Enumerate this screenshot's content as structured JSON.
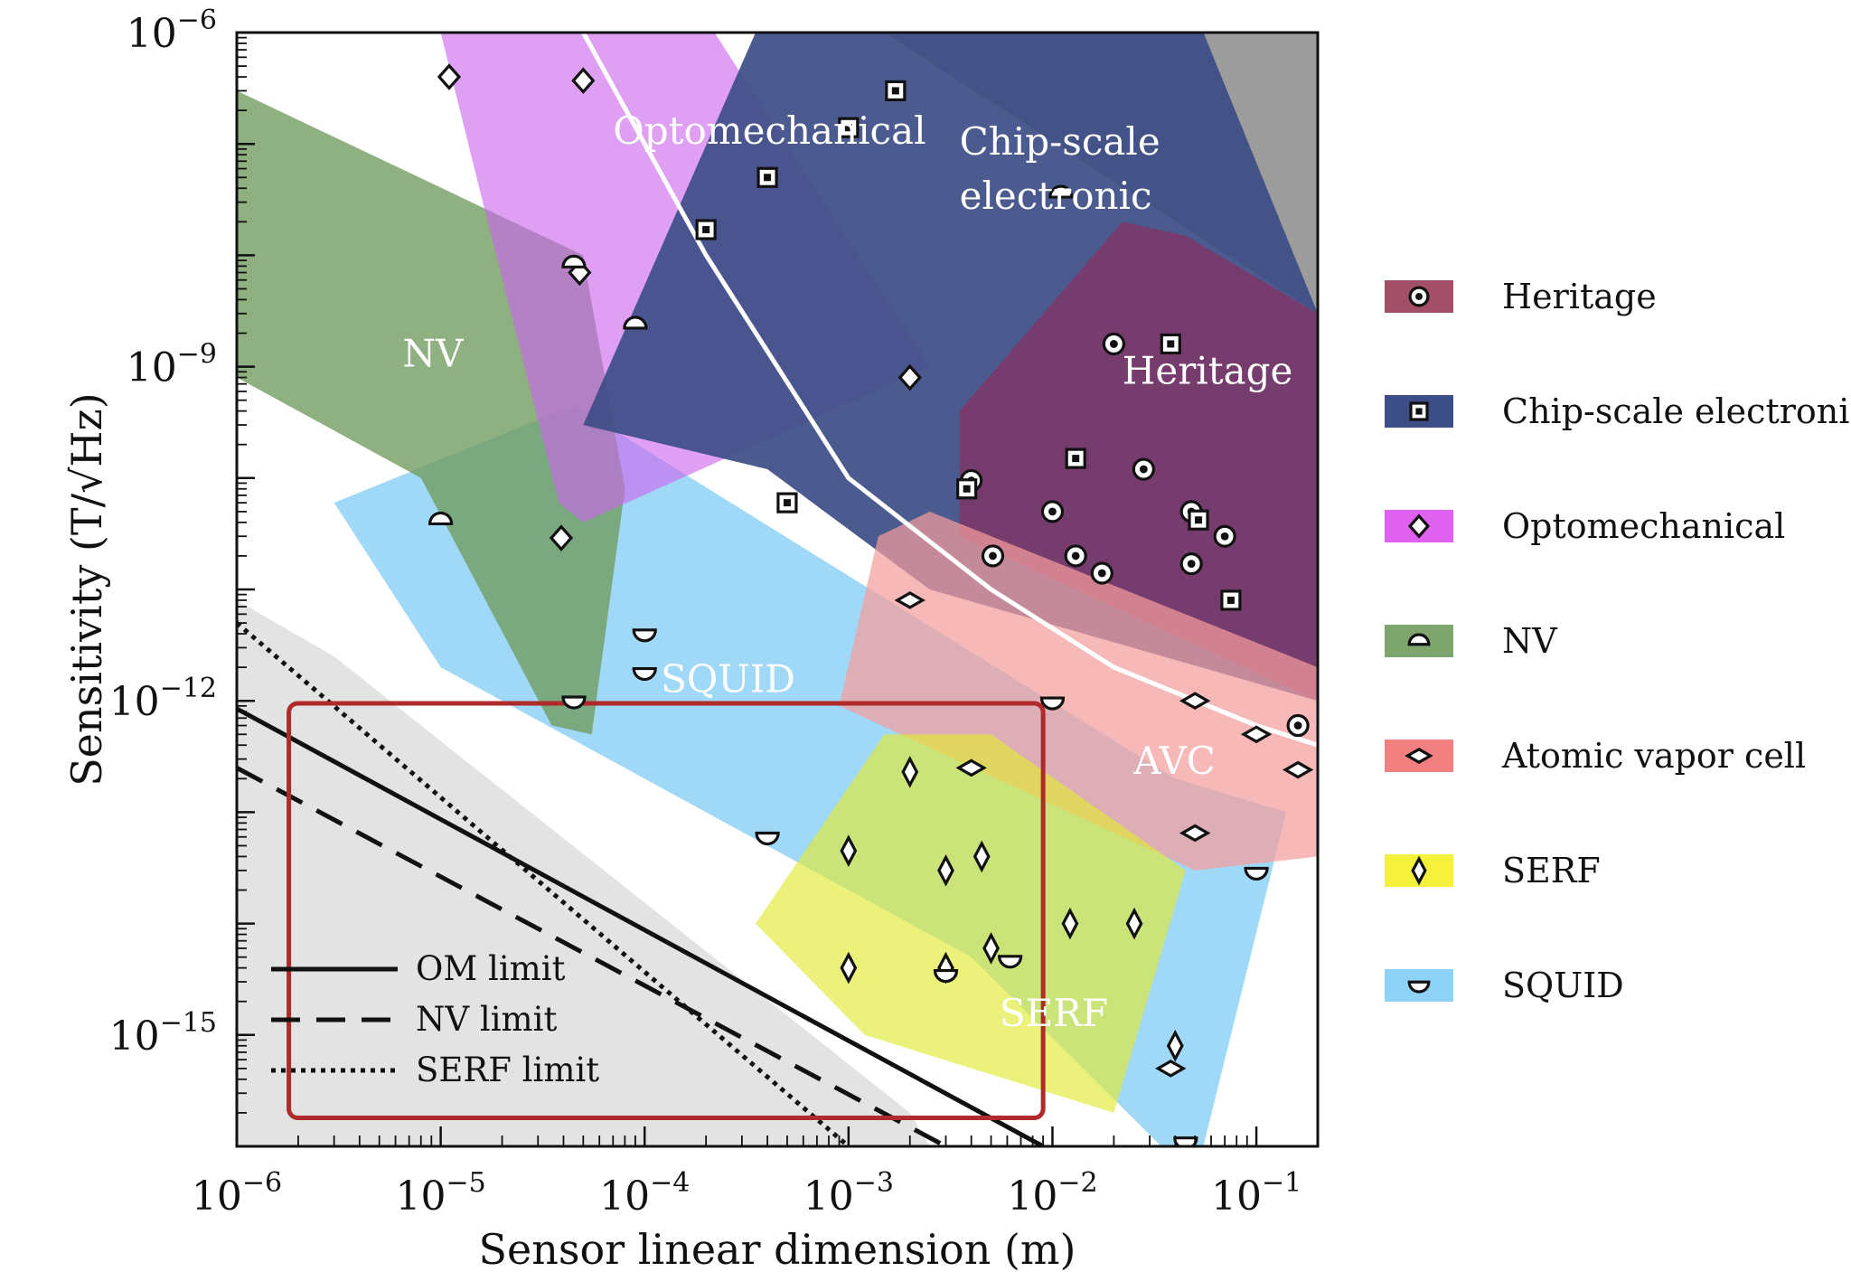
{
  "chart_data": {
    "type": "scatter",
    "xlabel": "Sensor linear dimension (m)",
    "ylabel": "Sensitivity (T/√Hz)",
    "xscale": "log",
    "yscale": "log",
    "xlim": [
      1e-06,
      0.2
    ],
    "ylim": [
      1e-16,
      1e-06
    ],
    "x_ticks": [
      {
        "value": 1e-06,
        "label": "10−6"
      },
      {
        "value": 1e-05,
        "label": "10−5"
      },
      {
        "value": 0.0001,
        "label": "10−4"
      },
      {
        "value": 0.001,
        "label": "10−3"
      },
      {
        "value": 0.01,
        "label": "10−2"
      },
      {
        "value": 0.1,
        "label": "10−1"
      }
    ],
    "y_ticks": [
      {
        "value": 1e-06,
        "label": "10−6"
      },
      {
        "value": 1e-09,
        "label": "10−9"
      },
      {
        "value": 1e-12,
        "label": "10−12"
      },
      {
        "value": 1e-15,
        "label": "10−15"
      }
    ],
    "legend_position": "right",
    "regions": [
      {
        "name": "SQUID",
        "label": "SQUID",
        "color": "#8fd2f7",
        "opacity": 0.85,
        "label_at": [
          0.00012,
          1.2e-12
        ],
        "polygon": [
          [
            3e-06,
            6e-11
          ],
          [
            4.5e-05,
            4.5e-10
          ],
          [
            0.04,
            2e-13
          ],
          [
            0.14,
            1e-13
          ],
          [
            0.05,
            5e-17
          ],
          [
            0.004,
            5e-15
          ],
          [
            1e-05,
            2e-12
          ]
        ]
      },
      {
        "name": "NV",
        "label": "NV",
        "color": "#6f9a5c",
        "opacity": 0.78,
        "label_at": [
          6.5e-06,
          1e-09
        ],
        "polygon": [
          [
            1e-06,
            3e-07
          ],
          [
            5e-05,
            1e-08
          ],
          [
            8e-05,
            8e-11
          ],
          [
            5.5e-05,
            5e-13
          ],
          [
            3.5e-05,
            6e-13
          ],
          [
            8e-06,
            1e-10
          ],
          [
            1e-06,
            8e-10
          ]
        ]
      },
      {
        "name": "Optomechanical",
        "label": "Optomechanical",
        "color": "#cc66ee",
        "opacity": 0.62,
        "label_at": [
          7e-05,
          1e-07
        ],
        "polygon": [
          [
            1e-05,
            1e-06
          ],
          [
            0.00022,
            1e-06
          ],
          [
            0.0025,
            1e-09
          ],
          [
            5e-05,
            4e-11
          ],
          [
            3.8e-05,
            6e-11
          ],
          [
            1.5e-05,
            5e-08
          ]
        ]
      },
      {
        "name": "Chip-scale electronic",
        "label": "Chip-scale electronic",
        "color": "#3d4d86",
        "opacity": 0.92,
        "label_at": [
          0.0035,
          8e-08
        ],
        "polygon": [
          [
            0.00035,
            1e-06
          ],
          [
            0.055,
            1e-06
          ],
          [
            0.2,
            3e-09
          ],
          [
            0.2,
            1e-12
          ],
          [
            0.0025,
            1e-11
          ],
          [
            0.0004,
            1.2e-10
          ],
          [
            5e-05,
            3e-10
          ]
        ]
      },
      {
        "name": "Heritage",
        "label": "Heritage",
        "color": "#7a3a6a",
        "opacity": 0.92,
        "label_at": [
          0.022,
          7e-10
        ],
        "polygon": [
          [
            0.0035,
            4e-10
          ],
          [
            0.022,
            2e-08
          ],
          [
            0.045,
            1.5e-08
          ],
          [
            0.2,
            3e-09
          ],
          [
            0.2,
            1e-12
          ],
          [
            0.0035,
            3e-11
          ]
        ]
      },
      {
        "name": "Atomic vapor cell",
        "label": "AVC",
        "color": "#f49c9c",
        "opacity": 0.72,
        "label_at": [
          0.025,
          2.2e-13
        ],
        "polygon": [
          [
            0.0014,
            3e-11
          ],
          [
            0.0025,
            5e-11
          ],
          [
            0.2,
            2e-12
          ],
          [
            0.2,
            4e-14
          ],
          [
            0.05,
            3e-14
          ],
          [
            0.0009,
            9e-13
          ]
        ]
      },
      {
        "name": "SERF",
        "label": "SERF",
        "color": "#e2ea34",
        "opacity": 0.65,
        "label_at": [
          0.0055,
          1.2e-15
        ],
        "polygon": [
          [
            0.0015,
            5e-13
          ],
          [
            0.005,
            5e-13
          ],
          [
            0.045,
            3e-14
          ],
          [
            0.02,
            2e-16
          ],
          [
            0.0012,
            1e-15
          ],
          [
            0.00035,
            1e-14
          ]
        ]
      }
    ],
    "series": [
      {
        "name": "Heritage",
        "marker": "circle",
        "color": "#7a3a6a",
        "points": [
          [
            0.02,
            1.6e-09
          ],
          [
            0.028,
            1.2e-10
          ],
          [
            0.004,
            9.5e-11
          ],
          [
            0.01,
            5e-11
          ],
          [
            0.048,
            5e-11
          ],
          [
            0.07,
            3e-11
          ],
          [
            0.048,
            1.7e-11
          ],
          [
            0.0051,
            2e-11
          ],
          [
            0.013,
            2e-11
          ],
          [
            0.0175,
            1.4e-11
          ],
          [
            0.16,
            6e-13
          ]
        ]
      },
      {
        "name": "Chip-scale electronic",
        "marker": "square",
        "color": "#3d4d86",
        "points": [
          [
            0.0017,
            3e-07
          ],
          [
            0.001,
            1.4e-07
          ],
          [
            0.0004,
            5e-08
          ],
          [
            0.0002,
            1.7e-08
          ],
          [
            0.038,
            1.6e-09
          ],
          [
            0.013,
            1.5e-10
          ],
          [
            0.0038,
            8e-11
          ],
          [
            0.052,
            4.2e-11
          ],
          [
            0.075,
            8e-12
          ],
          [
            0.0005,
            6e-11
          ]
        ]
      },
      {
        "name": "Optomechanical",
        "marker": "diamond",
        "color": "#cc66ee",
        "points": [
          [
            1.1e-05,
            4e-07
          ],
          [
            5e-05,
            3.7e-07
          ],
          [
            4.8e-05,
            7e-09
          ],
          [
            0.002,
            8e-10
          ],
          [
            3.9e-05,
            2.9e-11
          ]
        ]
      },
      {
        "name": "NV",
        "marker": "half-circle-top",
        "color": "#6f9a5c",
        "points": [
          [
            4.5e-05,
            8.5e-09
          ],
          [
            9e-05,
            2.4e-09
          ],
          [
            0.011,
            3.6e-08
          ],
          [
            1e-05,
            4.2e-11
          ]
        ]
      },
      {
        "name": "Atomic vapor cell",
        "marker": "diamond-h",
        "color": "#f49c9c",
        "points": [
          [
            0.002,
            8e-12
          ],
          [
            0.05,
            1e-12
          ],
          [
            0.1,
            5e-13
          ],
          [
            0.004,
            2.5e-13
          ],
          [
            0.05,
            6.5e-14
          ],
          [
            0.16,
            2.4e-13
          ],
          [
            0.038,
            5e-16
          ]
        ]
      },
      {
        "name": "SERF",
        "marker": "diamond-v",
        "color": "#e2ea34",
        "points": [
          [
            0.002,
            2.3e-13
          ],
          [
            0.001,
            4.5e-14
          ],
          [
            0.0045,
            4e-14
          ],
          [
            0.003,
            3e-14
          ],
          [
            0.0122,
            1e-14
          ],
          [
            0.0252,
            1e-14
          ],
          [
            0.001,
            4e-15
          ],
          [
            0.003,
            4e-15
          ],
          [
            0.005,
            6e-15
          ],
          [
            0.04,
            8e-16
          ]
        ]
      },
      {
        "name": "SQUID",
        "marker": "half-circle-bottom",
        "color": "#8fd2f7",
        "points": [
          [
            0.0001,
            4e-12
          ],
          [
            0.0001,
            1.8e-12
          ],
          [
            4.5e-05,
            1e-12
          ],
          [
            0.01,
            9.8e-13
          ],
          [
            0.0004,
            6e-14
          ],
          [
            0.0062,
            4.7e-15
          ],
          [
            0.003,
            3.5e-15
          ],
          [
            0.1,
            2.9e-14
          ],
          [
            0.045,
            1.1e-16
          ]
        ]
      }
    ],
    "limit_lines": [
      {
        "name": "OM limit",
        "style": "solid",
        "points": [
          [
            1e-06,
            8.5e-13
          ],
          [
            0.009,
            1e-16
          ]
        ]
      },
      {
        "name": "NV limit",
        "style": "dashed",
        "points": [
          [
            1e-06,
            2.5e-13
          ],
          [
            0.003,
            1e-16
          ]
        ]
      },
      {
        "name": "SERF limit",
        "style": "dotted",
        "points": [
          [
            1e-06,
            5e-12
          ],
          [
            0.001,
            1e-16
          ]
        ]
      }
    ],
    "sensitivity_bound_curve": {
      "name": "white curve",
      "style": "solid",
      "color": "#ffffff",
      "points": [
        [
          5e-05,
          1e-06
        ],
        [
          0.0002,
          1e-08
        ],
        [
          0.001,
          1e-10
        ],
        [
          0.005,
          1e-11
        ],
        [
          0.02,
          2e-12
        ],
        [
          0.1,
          6e-13
        ],
        [
          0.2,
          4e-13
        ]
      ]
    },
    "highlight_box": {
      "color": "#b02a2a",
      "x_range": [
        1.8e-06,
        0.009
      ],
      "y_range": [
        1.8e-16,
        9.5e-13
      ]
    },
    "legend_entries": [
      {
        "label": "Heritage",
        "marker": "circle",
        "color": "#a15068"
      },
      {
        "label": "Chip-scale electronic",
        "marker": "square",
        "color": "#3d4d86"
      },
      {
        "label": "Optomechanical",
        "marker": "diamond",
        "color": "#e060f0"
      },
      {
        "label": "NV",
        "marker": "half-circle-top",
        "color": "#7ea56e"
      },
      {
        "label": "Atomic vapor cell",
        "marker": "diamond-h",
        "color": "#f28080"
      },
      {
        "label": "SERF",
        "marker": "diamond-v",
        "color": "#f5f03a"
      },
      {
        "label": "SQUID",
        "marker": "half-circle-bottom",
        "color": "#8fd2f7"
      }
    ]
  }
}
